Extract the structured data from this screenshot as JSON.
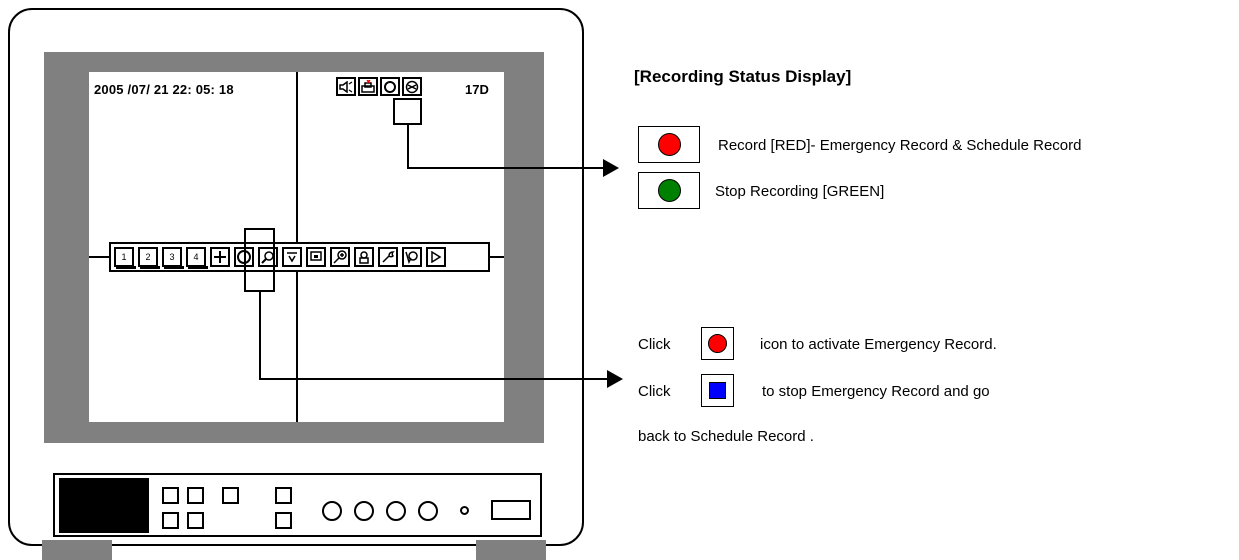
{
  "osd": {
    "datetime": "2005 /07/ 21    22: 05: 18",
    "channel_label": "17D",
    "status_icons": [
      "speaker-icon",
      "lock-icon",
      "record-circle-icon",
      "network-icon"
    ]
  },
  "toolbar": {
    "channel_buttons": [
      "1",
      "2",
      "3",
      "4"
    ],
    "icons": [
      "quad-view-icon",
      "record-button-icon",
      "search-icon",
      "playback-icon",
      "display-icon",
      "zoom-icon",
      "pip-icon",
      "setup-icon",
      "ptz-icon",
      "play-icon"
    ]
  },
  "panel": {
    "title": "[Recording Status Display]",
    "legend": [
      {
        "label": "Record [RED]- Emergency Record & Schedule Record",
        "color": "#ff0000"
      },
      {
        "label": "Stop Recording [GREEN]",
        "color": "#008000"
      }
    ],
    "instructions": {
      "line1_prefix": "Click",
      "line1_suffix": "icon to activate Emergency Record.",
      "line2_prefix": "Click",
      "line2_suffix": "to stop Emergency Record and go",
      "line3": "back to Schedule Record ."
    },
    "button_colors": {
      "record": "#ff0000",
      "stop": "#0000ff"
    }
  }
}
